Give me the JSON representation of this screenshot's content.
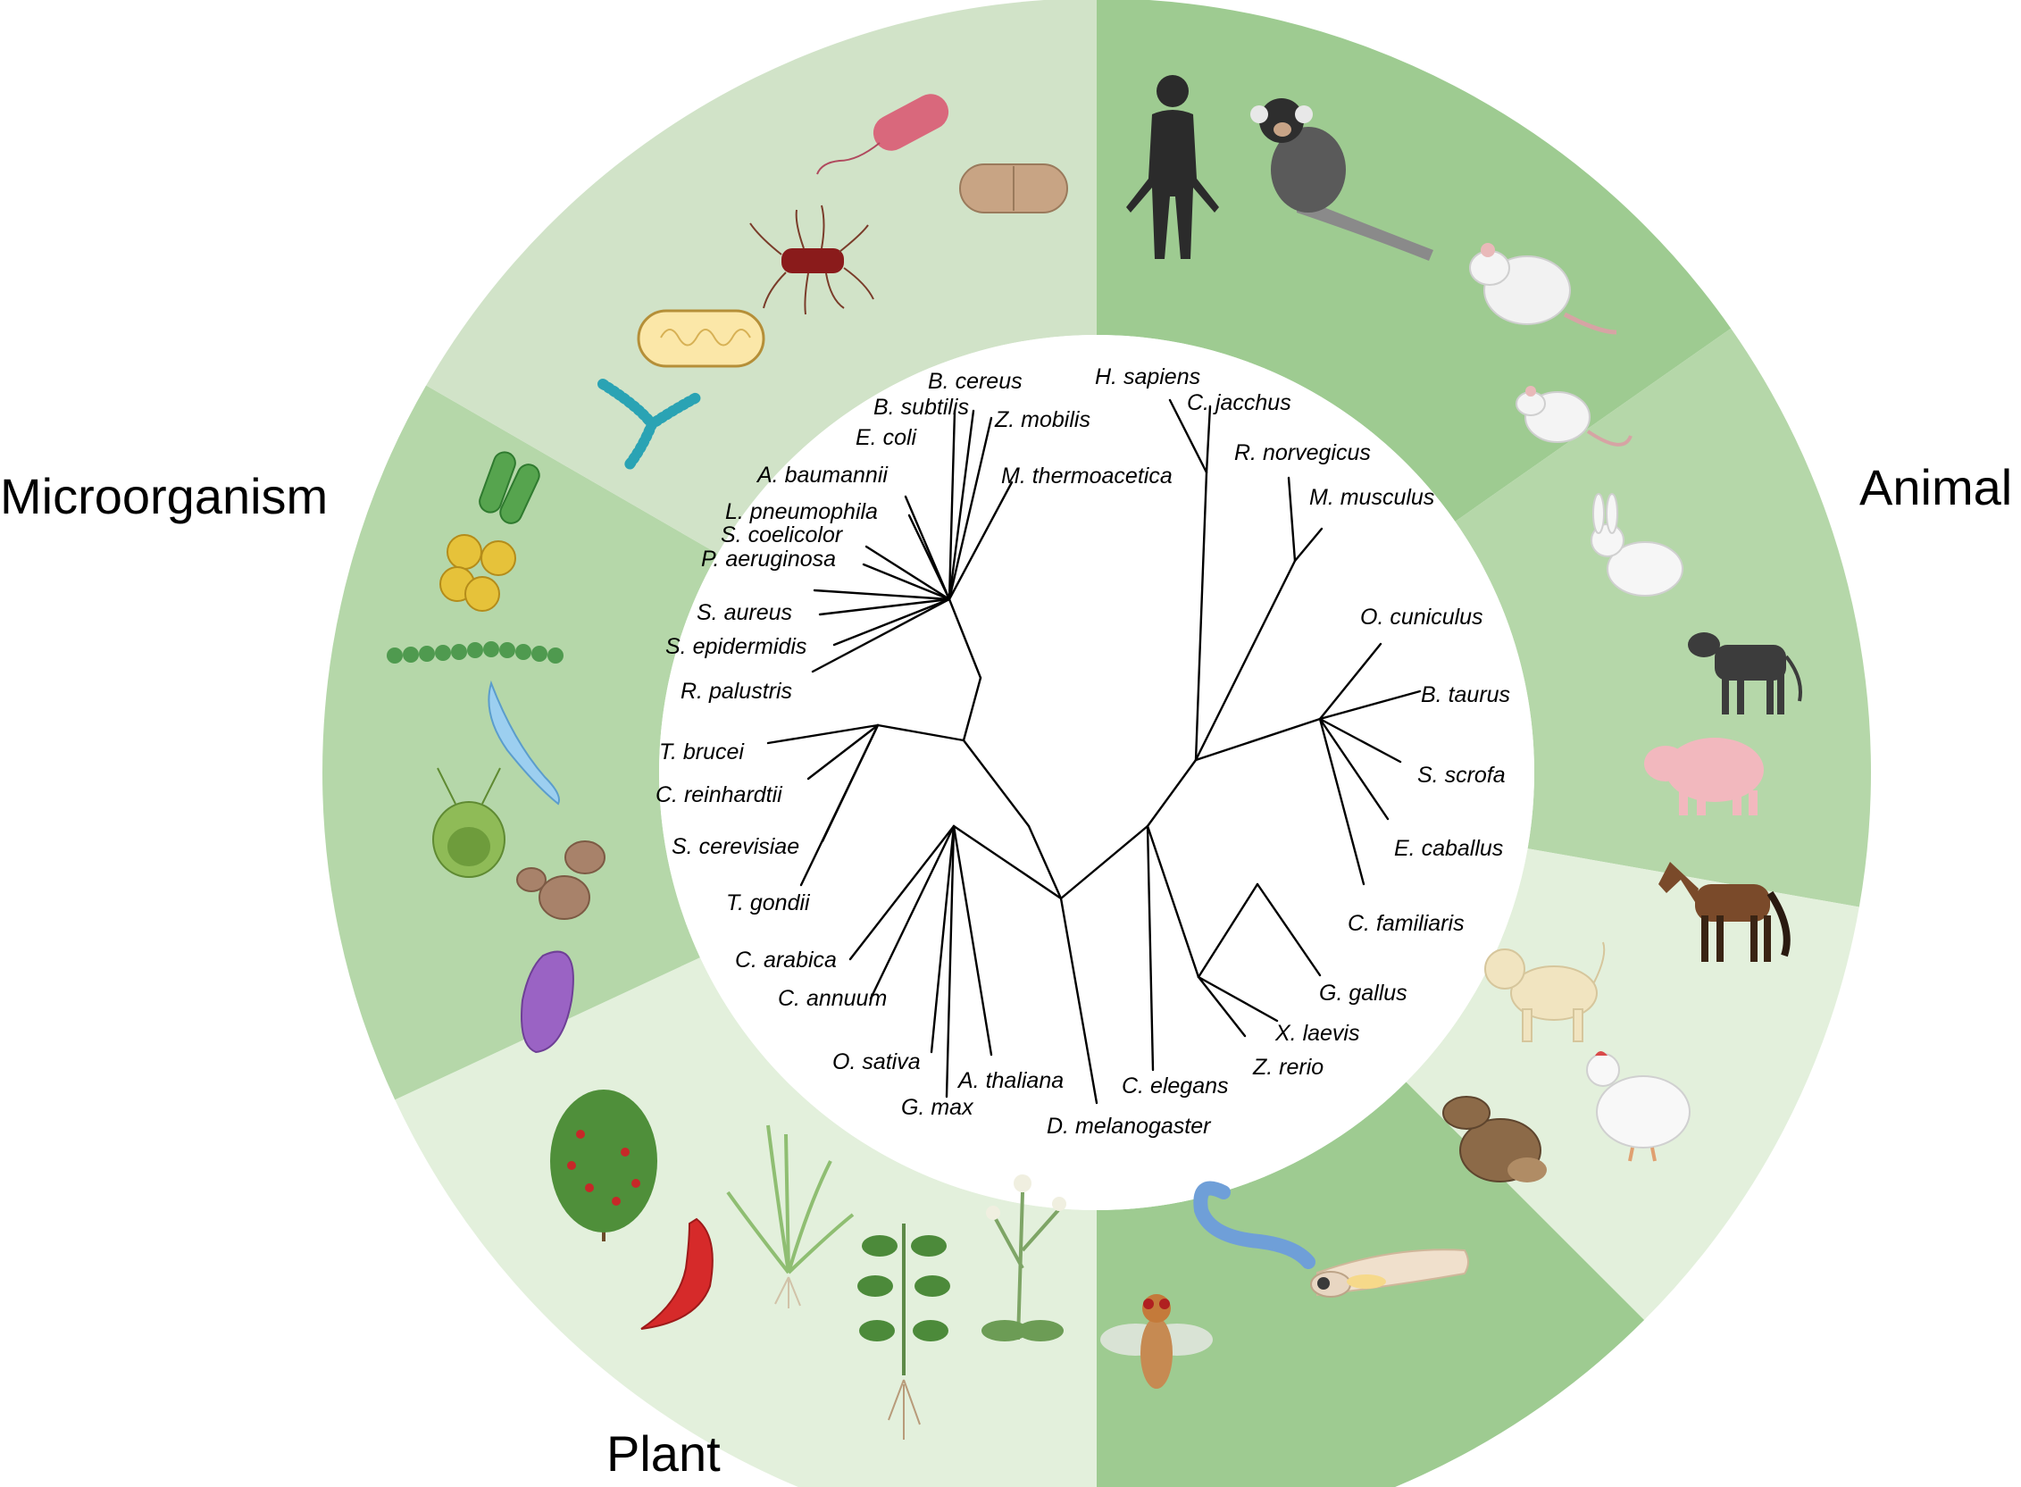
{
  "diagram": {
    "groups": [
      {
        "id": "microorganism",
        "label": "Microorganism"
      },
      {
        "id": "animal",
        "label": "Animal"
      },
      {
        "id": "plant",
        "label": "Plant"
      }
    ],
    "colors": {
      "ring_lightest": "#e3f0dc",
      "ring_light": "#d1e3c8",
      "ring_medium": "#b5d7a9",
      "ring_dark": "#9ecb91",
      "inner_disk": "#ffffff",
      "tree_line": "#000000"
    },
    "species": [
      "H. sapiens",
      "C. jacchus",
      "R. norvegicus",
      "M. musculus",
      "O. cuniculus",
      "B. taurus",
      "S. scrofa",
      "E. caballus",
      "C. familiaris",
      "G. gallus",
      "X. laevis",
      "Z. rerio",
      "C. elegans",
      "D. melanogaster",
      "A. thaliana",
      "G. max",
      "O. sativa",
      "C. annuum",
      "C. arabica",
      "T. gondii",
      "S. cerevisiae",
      "C. reinhardtii",
      "T. brucei",
      "R. palustris",
      "S. epidermidis",
      "S. aureus",
      "P. aeruginosa",
      "S. coelicolor",
      "L. pneumophila",
      "A. baumannii",
      "E. coli",
      "B. subtilis",
      "B. cereus",
      "Z. mobilis",
      "M. thermoacetica"
    ],
    "icons": [
      "human-icon",
      "marmoset-icon",
      "rat-icon",
      "mouse-icon",
      "rabbit-icon",
      "cow-icon",
      "pig-icon",
      "horse-icon",
      "dog-icon",
      "chicken-icon",
      "frog-icon",
      "zebrafish-icon",
      "nematode-icon",
      "fruit-fly-icon",
      "arabidopsis-icon",
      "soybean-icon",
      "rice-icon",
      "chili-pepper-icon",
      "coffee-plant-icon",
      "toxoplasma-icon",
      "yeast-icon",
      "chlamydomonas-icon",
      "trypanosoma-icon",
      "streptococcus-chain-icon",
      "staphylococcus-icon",
      "rod-bacteria-icon",
      "streptomyces-icon",
      "bacillus-icon",
      "fimbriated-bacterium-icon",
      "flagellated-bacterium-icon",
      "diplococcus-icon"
    ]
  }
}
